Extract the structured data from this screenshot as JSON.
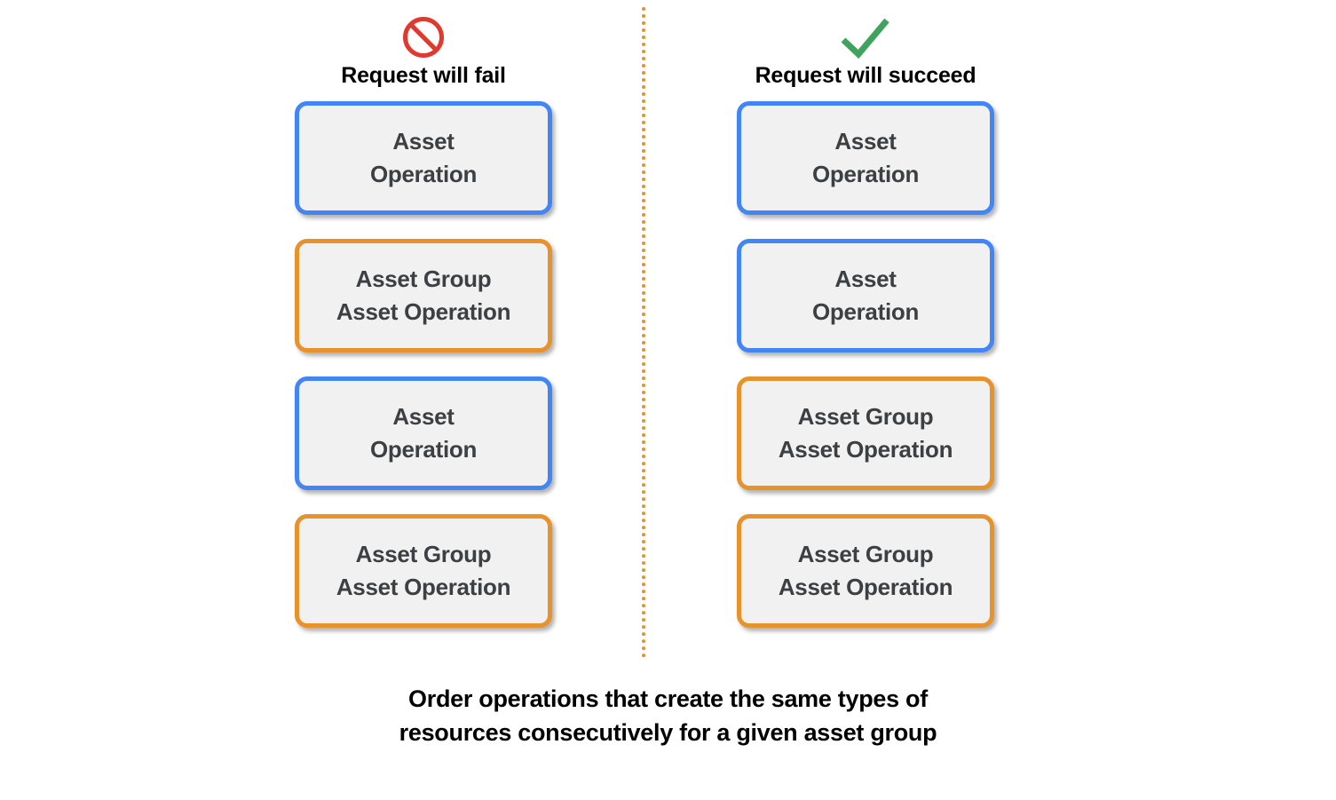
{
  "background_color": "#FFFFFF",
  "divider": {
    "style": "dotted-vertical",
    "color": "#E8922B"
  },
  "colors": {
    "blue_border": "#4285F4",
    "orange_border": "#E8922B",
    "box_fill": "#F1F1F1",
    "box_text": "#3C4043",
    "fail_icon": "#DE3B2E",
    "success_icon": "#3DA35D",
    "caption_text": "#000000"
  },
  "columns": [
    {
      "id": "fail",
      "icon": "no-entry-icon",
      "icon_color": "#DE3B2E",
      "title": "Request will fail",
      "boxes": [
        {
          "accent": "blue",
          "lines": [
            "Asset",
            "Operation"
          ]
        },
        {
          "accent": "orange",
          "lines": [
            "Asset Group",
            "Asset Operation"
          ]
        },
        {
          "accent": "blue",
          "lines": [
            "Asset",
            "Operation"
          ]
        },
        {
          "accent": "orange",
          "lines": [
            "Asset Group",
            "Asset Operation"
          ]
        }
      ]
    },
    {
      "id": "succeed",
      "icon": "checkmark-icon",
      "icon_color": "#3DA35D",
      "title": "Request will succeed",
      "boxes": [
        {
          "accent": "blue",
          "lines": [
            "Asset",
            "Operation"
          ]
        },
        {
          "accent": "blue",
          "lines": [
            "Asset",
            "Operation"
          ]
        },
        {
          "accent": "orange",
          "lines": [
            "Asset Group",
            "Asset Operation"
          ]
        },
        {
          "accent": "orange",
          "lines": [
            "Asset Group",
            "Asset Operation"
          ]
        }
      ]
    }
  ],
  "caption": {
    "line1": "Order operations that create the same types of",
    "line2": "resources consecutively for a given asset group"
  }
}
